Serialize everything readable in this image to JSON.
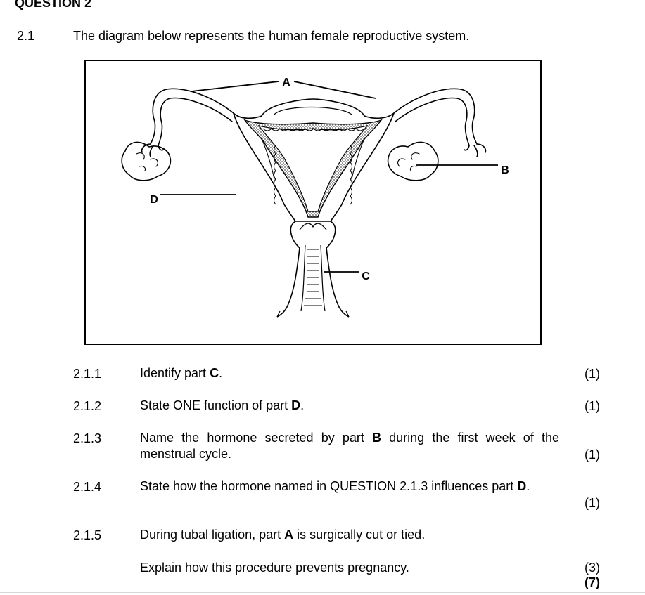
{
  "heading": "QUESTION 2",
  "q2_1": {
    "number": "2.1",
    "text": "The diagram below represents the human female reproductive system."
  },
  "diagram": {
    "labels": {
      "A": "A",
      "B": "B",
      "C": "C",
      "D": "D"
    }
  },
  "subquestions": [
    {
      "number": "2.1.1",
      "parts": [
        {
          "t": "Identify part "
        },
        {
          "b": "C"
        },
        {
          "t": "."
        }
      ],
      "marks": "(1)"
    },
    {
      "number": "2.1.2",
      "parts": [
        {
          "t": "State ONE function of part "
        },
        {
          "b": "D"
        },
        {
          "t": "."
        }
      ],
      "marks": "(1)"
    },
    {
      "number": "2.1.3",
      "parts": [
        {
          "t": "Name the hormone secreted by part "
        },
        {
          "b": "B"
        },
        {
          "t": " during the first week of the menstrual cycle."
        }
      ],
      "marks": "(1)"
    },
    {
      "number": "2.1.4",
      "parts": [
        {
          "t": "State how the hormone named in QUESTION 2.1.3 influences part "
        },
        {
          "b": "D"
        },
        {
          "t": "."
        }
      ],
      "marks": "(1)"
    },
    {
      "number": "2.1.5",
      "parts": [
        {
          "t": "During tubal ligation, part "
        },
        {
          "b": "A"
        },
        {
          "t": " is surgically cut or tied."
        }
      ],
      "marks": ""
    }
  ],
  "q2_1_5_followup": {
    "text": "Explain how this procedure prevents pregnancy.",
    "marks": "(3)"
  },
  "total_marks": "(7)"
}
